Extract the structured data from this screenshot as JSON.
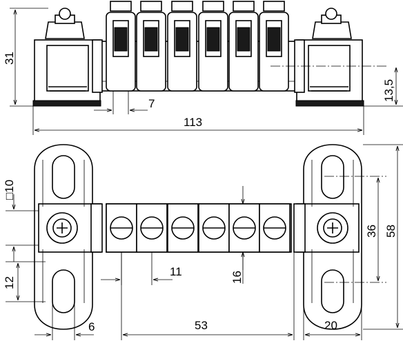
{
  "dimensions": {
    "height_total_side": "31",
    "height_center_side": "13,5",
    "pitch_side": "7",
    "length_total": "113",
    "square": "□10",
    "foot_height": "12",
    "foot_offset": "6",
    "terminal_pitch": "11",
    "terminal_height": "16",
    "hole_spacing": "36",
    "width_total": "58",
    "span_terminals": "53",
    "foot_width": "20"
  }
}
